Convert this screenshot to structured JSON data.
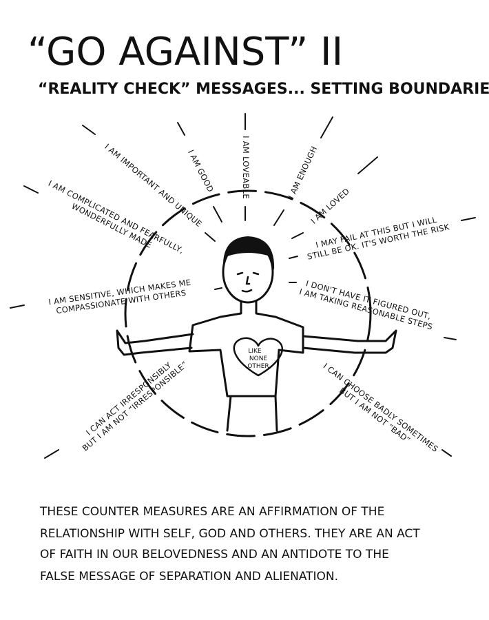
{
  "title": "“GO AGAINST” II",
  "subtitle": "“REALITY CHECK” MESSAGES... SETTING BOUNDARIES",
  "affirmations": {
    "important": "I AM IMPORTANT AND UNIQUE",
    "good": "I AM GOOD",
    "loveable": "I AM LOVEABLE",
    "enough": "I AM ENOUGH",
    "loved": "I AM LOVED",
    "fail": [
      "I MAY FAIL AT THIS BUT I WILL",
      "STILL BE OK. IT'S WORTH THE RISK"
    ],
    "figured": [
      "I DON'T HAVE IT FIGURED OUT,",
      "I AM TAKING REASONABLE STEPS"
    ],
    "choose": [
      "I CAN CHOOSE BADLY SOMETIMES",
      "BUT I AM NOT “BAD”"
    ],
    "irresponsible": [
      "I CAN ACT IRRESPONSIBLY",
      "BUT I AM NOT “IRRESPONSIBLE”"
    ],
    "sensitive": [
      "I AM SENSITIVE, WHICH MAKES ME",
      "COMPASSIONATE WITH OTHERS"
    ],
    "complicated": [
      "I AM COMPLICATED AND FEARFULLY,",
      "WONDERFULLY MADE"
    ]
  },
  "shirt_heart": [
    "LIKE",
    "NONE",
    "OTHER"
  ],
  "footer": [
    "THESE COUNTER MEASURES ARE AN AFFIRMATION OF THE",
    "RELATIONSHIP WITH SELF, GOD AND OTHERS. THEY ARE AN ACT",
    "OF FAITH IN OUR BELOVEDNESS AND AN ANTIDOTE TO THE",
    "FALSE MESSAGE OF SEPARATION AND ALIENATION."
  ]
}
